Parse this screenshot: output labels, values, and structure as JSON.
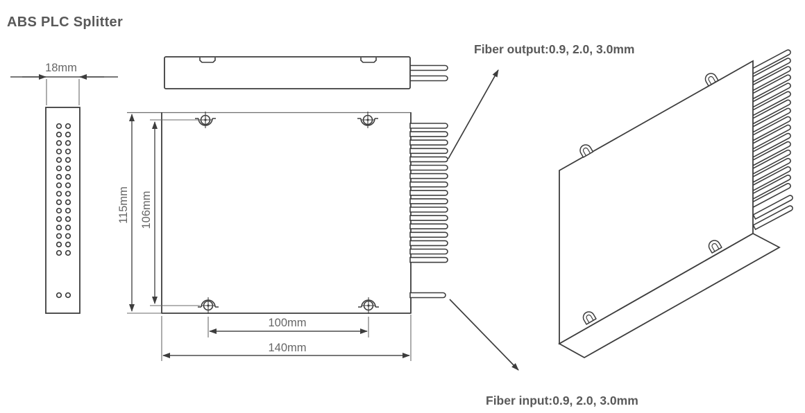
{
  "title": "ABS PLC Splitter",
  "annotations": {
    "fiber_output_label": "Fiber output:0.9, 2.0, 3.0mm",
    "fiber_input_label": "Fiber input:0.9, 2.0, 3.0mm"
  },
  "dimensions": {
    "side_view_width": "18mm",
    "front_view_height": "115mm",
    "mount_hole_vertical_spacing": "106mm",
    "mount_hole_horizontal_spacing": "100mm",
    "front_view_width": "140mm"
  },
  "figure": {
    "side_view": {
      "port_rows": 16,
      "port_columns": 2,
      "bottom_port_count": 2
    },
    "top_view": {
      "fiber_count": 2,
      "notch_count": 2
    },
    "front_view": {
      "output_fiber_count": 17,
      "input_fiber_count": 1,
      "mount_hole_count": 4
    },
    "iso_view": {
      "output_fiber_count": 17,
      "input_fiber_count": 2,
      "clamp_count": 4
    }
  },
  "colors": {
    "line": "#3d3d3d",
    "dimension_line": "#4a4a4a",
    "text": "#595959",
    "dimension_text": "#666666",
    "background": "#ffffff"
  }
}
